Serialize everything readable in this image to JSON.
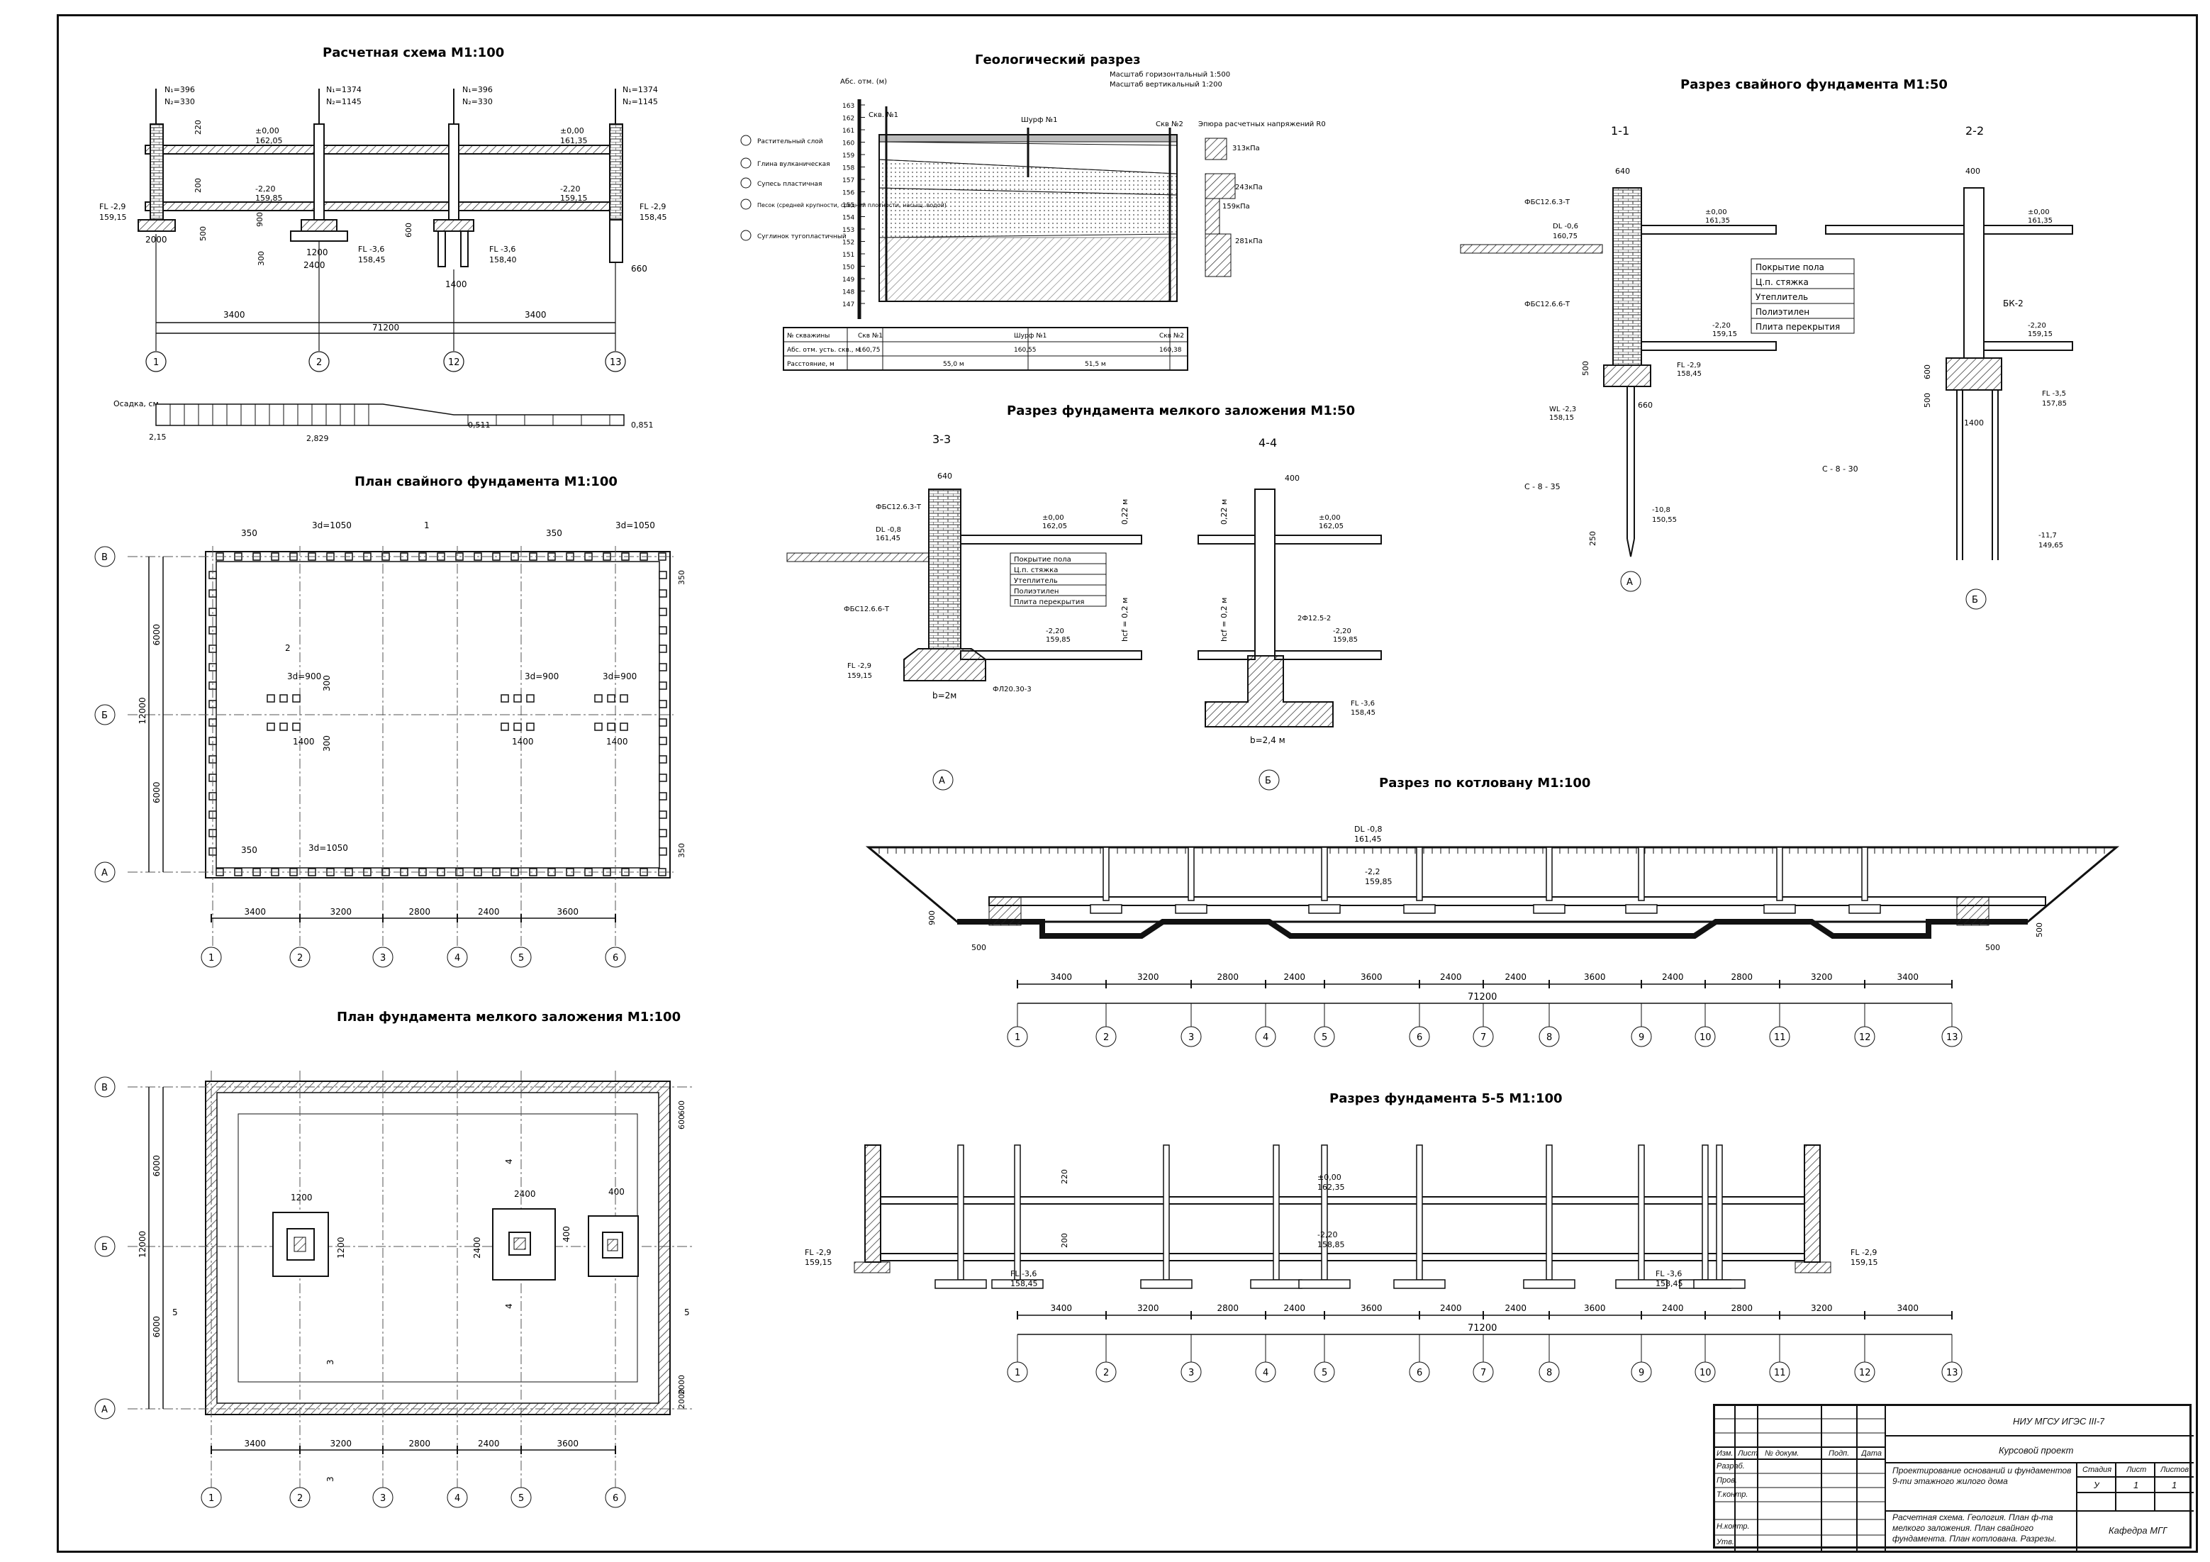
{
  "titles": {
    "calc_scheme": "Расчетная схема М1:100",
    "geo_section": "Геологический разрез",
    "pile_section": "Разрез свайного фундамента М1:50",
    "shallow_section": "Разрез фундамента мелкого заложения М1:50",
    "pile_plan": "План свайного фундамента  М1:100",
    "pit_section": "Разрез по котловану М1:100",
    "shallow_plan": "План фундамента мелкого заложения М1:100",
    "section55": "Разрез фундамента 5-5 М1:100"
  },
  "calc_scheme": {
    "loads": [
      {
        "n1": "N₁=396",
        "n2": "N₂=330"
      },
      {
        "n1": "N₁=1374",
        "n2": "N₂=1145"
      },
      {
        "n1": "N₁=396",
        "n2": "N₂=330"
      },
      {
        "n1": "N₁=1374",
        "n2": "N₂=1145"
      }
    ],
    "levels": {
      "top": "±0,00",
      "top_abs": "162,05",
      "top2_abs": "161,35",
      "mid": "-2,20",
      "mid_abs": "159,85",
      "mid2_abs": "159,15",
      "fl1": "FL -2,9",
      "fl1_abs": "159,15",
      "fl2": "FL -2,9",
      "fl2_abs": "158,45",
      "fl3": "FL -3,6",
      "fl3_abs": "158,45",
      "fl4": "FL -3,6",
      "fl4_abs": "158,40"
    },
    "dims": [
      "220",
      "200",
      "500",
      "900",
      "600",
      "300",
      "2000",
      "1200",
      "2400",
      "1400",
      "660",
      "3400",
      "71200",
      "3400"
    ],
    "axes": [
      "1",
      "2",
      "12",
      "13"
    ],
    "settlement_label": "Осадка, см",
    "settlements": [
      "2,15",
      "2,829",
      "0,511",
      "0,851"
    ]
  },
  "geo": {
    "axis_label": "Абс. отм. (м)",
    "scale1": "Масштаб горизонтальный 1:500",
    "scale2": "Масштаб вертикальный 1:200",
    "r0_label": "Эпюра расчетных напряжений R0",
    "wells": [
      "Скв. №1",
      "Шурф №1",
      "Скв №2"
    ],
    "legend": [
      "Растительный слой",
      "Глина вулканическая",
      "Супесь пластичная",
      "Песок (средней крупности, средней плотности, насыщ. водой)",
      "Суглинок тугопластичный"
    ],
    "ticks": [
      "163",
      "162",
      "161",
      "160",
      "159",
      "158",
      "157",
      "156",
      "155",
      "154",
      "153",
      "152",
      "151",
      "150",
      "149",
      "148",
      "147"
    ],
    "r0_values": [
      "313кПа",
      "243кПа",
      "159кПа",
      "281кПа"
    ],
    "table_rows": [
      {
        "label": "№ скважины",
        "v": [
          "Скв №1",
          "Шурф №1",
          "Скв №2"
        ]
      },
      {
        "label": "Абс. отм. усть. скв., м",
        "v": [
          "160,75",
          "160,55",
          "160,38"
        ]
      },
      {
        "label": "Расстояние, м",
        "v": [
          "",
          "55,0 м",
          "51,5 м"
        ]
      }
    ]
  },
  "pile_section": {
    "s11": "1-1",
    "s22": "2-2",
    "labels": [
      "ФБС12.6.3-Т",
      "ФБС12.6.6-Т",
      "DL -0,6",
      "160,75",
      "±0,00",
      "161,35",
      "-2,20",
      "159,15",
      "FL -2,9",
      "158,45",
      "WL -2,3",
      "158,15",
      "С - 8 - 35",
      "-10,8",
      "150,55",
      "640",
      "660",
      "500",
      "250",
      "А"
    ],
    "labels2": [
      "400",
      "±0,00",
      "161,35",
      "БК-2",
      "-2,20",
      "159,15",
      "FL -3,5",
      "157,85",
      "600",
      "500",
      "1400",
      "С - 8 - 30",
      "-11,7",
      "149,65",
      "Б"
    ],
    "floor": [
      "Покрытие пола",
      "Ц.п. стяжка",
      "Утеплитель",
      "Полиэтилен",
      "Плита перекрытия"
    ]
  },
  "shallow_section": {
    "s33": "3-3",
    "s44": "4-4",
    "labels3": [
      "640",
      "ФБС12.6.3-Т",
      "DL -0,8",
      "161,45",
      "±0,00",
      "162,05",
      "0,22 м",
      "ФБС12.6.6-Т",
      "hcf = 0,2 м",
      "-2,20",
      "159,85",
      "FL -2,9",
      "159,15",
      "b=2м",
      "ФЛ20.30-3",
      "А"
    ],
    "labels4": [
      "400",
      "0,22 м",
      "±0,00",
      "162,05",
      "hcf = 0,2 м",
      "2Ф12.5-2",
      "-2,20",
      "159,85",
      "FL -3,6",
      "158,45",
      "b=2,4 м",
      "Б"
    ],
    "floor": [
      "Покрытие пола",
      "Ц.п. стяжка",
      "Утеплитель",
      "Полиэтилен",
      "Плита перекрытия"
    ]
  },
  "pile_plan": {
    "axes_h": [
      "1",
      "2",
      "3",
      "4",
      "5",
      "6"
    ],
    "axes_v": [
      "В",
      "Б",
      "А"
    ],
    "dims_h": [
      "3400",
      "3200",
      "2800",
      "2400",
      "3600"
    ],
    "dims_v": [
      "6000",
      "6000",
      "12000",
      "350",
      "350"
    ],
    "notes": [
      "350",
      "3d=1050",
      "3d=1050",
      "350",
      "3d=900",
      "3d=900",
      "3d=900",
      "1400",
      "1400",
      "1400",
      "300",
      "300",
      "3d=1050",
      "350",
      "1",
      "2"
    ]
  },
  "pit": {
    "labels": [
      "DL -0,8",
      "161,45",
      "-2,2",
      "159,85",
      "500",
      "500",
      "900",
      "500"
    ],
    "dims": [
      "3400",
      "3200",
      "2800",
      "2400",
      "3600",
      "2400",
      "2400",
      "3600",
      "2400",
      "2800",
      "3200",
      "3400"
    ],
    "total": "71200",
    "axes": [
      "1",
      "2",
      "3",
      "4",
      "5",
      "6",
      "7",
      "8",
      "9",
      "10",
      "11",
      "12",
      "13"
    ]
  },
  "shallow_plan": {
    "axes_h": [
      "1",
      "2",
      "3",
      "4",
      "5",
      "6"
    ],
    "axes_v": [
      "В",
      "Б",
      "А"
    ],
    "dims_h": [
      "3400",
      "3200",
      "2800",
      "2400",
      "3600"
    ],
    "dims_v": [
      "6000",
      "6000",
      "12000",
      "600",
      "2000",
      "600",
      "2000"
    ],
    "notes": [
      "1200",
      "1200",
      "2400",
      "2400",
      "400",
      "400",
      "4",
      "4",
      "5",
      "5",
      "3",
      "3"
    ]
  },
  "section55": {
    "labels": [
      "220",
      "±0,00",
      "162,35",
      "200",
      "-2,20",
      "158,85",
      "FL -2,9",
      "159,15",
      "FL -3,6",
      "158,45",
      "FL -3,6",
      "158,45",
      "FL -2,9",
      "159,15"
    ],
    "dims": [
      "3400",
      "3200",
      "2800",
      "2400",
      "3600",
      "2400",
      "2400",
      "3600",
      "2400",
      "2800",
      "3200",
      "3400"
    ],
    "total": "71200",
    "axes": [
      "1",
      "2",
      "3",
      "4",
      "5",
      "6",
      "7",
      "8",
      "9",
      "10",
      "11",
      "12",
      "13"
    ]
  },
  "stamp": {
    "org": "НИУ МГСУ  ИГЭС III-7",
    "project": "Курсовой проект",
    "theme": "Проектирование оснований и фундаментов 9-ти этажного жилого дома",
    "sheet_desc": "Расчетная схема. Геология. План ф-та мелкого заложения. План свайного фундамента. План котлована. Разрезы.",
    "dept": "Кафедра МГГ",
    "hdr": [
      "Изм.",
      "Лист",
      "№ докум.",
      "Подп.",
      "Дата"
    ],
    "roles": [
      "Разраб.",
      "Пров.",
      "Т.контр.",
      "Н.контр.",
      "Утв."
    ],
    "stage_hdr": [
      "Стадия",
      "Лист",
      "Листов"
    ],
    "stage_vals": [
      "У",
      "1",
      "1"
    ]
  }
}
